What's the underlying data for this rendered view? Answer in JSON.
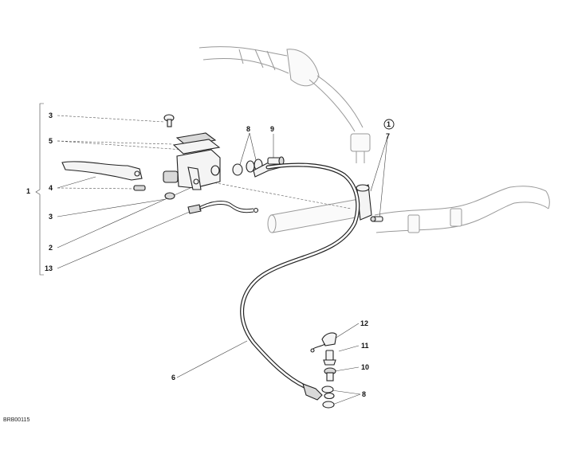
{
  "drawing_code": "BRB00115",
  "callouts": {
    "group_1": "1",
    "c3a": "3",
    "c5": "5",
    "c4": "4",
    "c3b": "3",
    "c2": "2",
    "c13": "13",
    "c8a": "8",
    "c9": "9",
    "c1_circled": "1",
    "c7": "7",
    "c12": "12",
    "c11": "11",
    "c10": "10",
    "c6": "6",
    "c8b": "8"
  }
}
